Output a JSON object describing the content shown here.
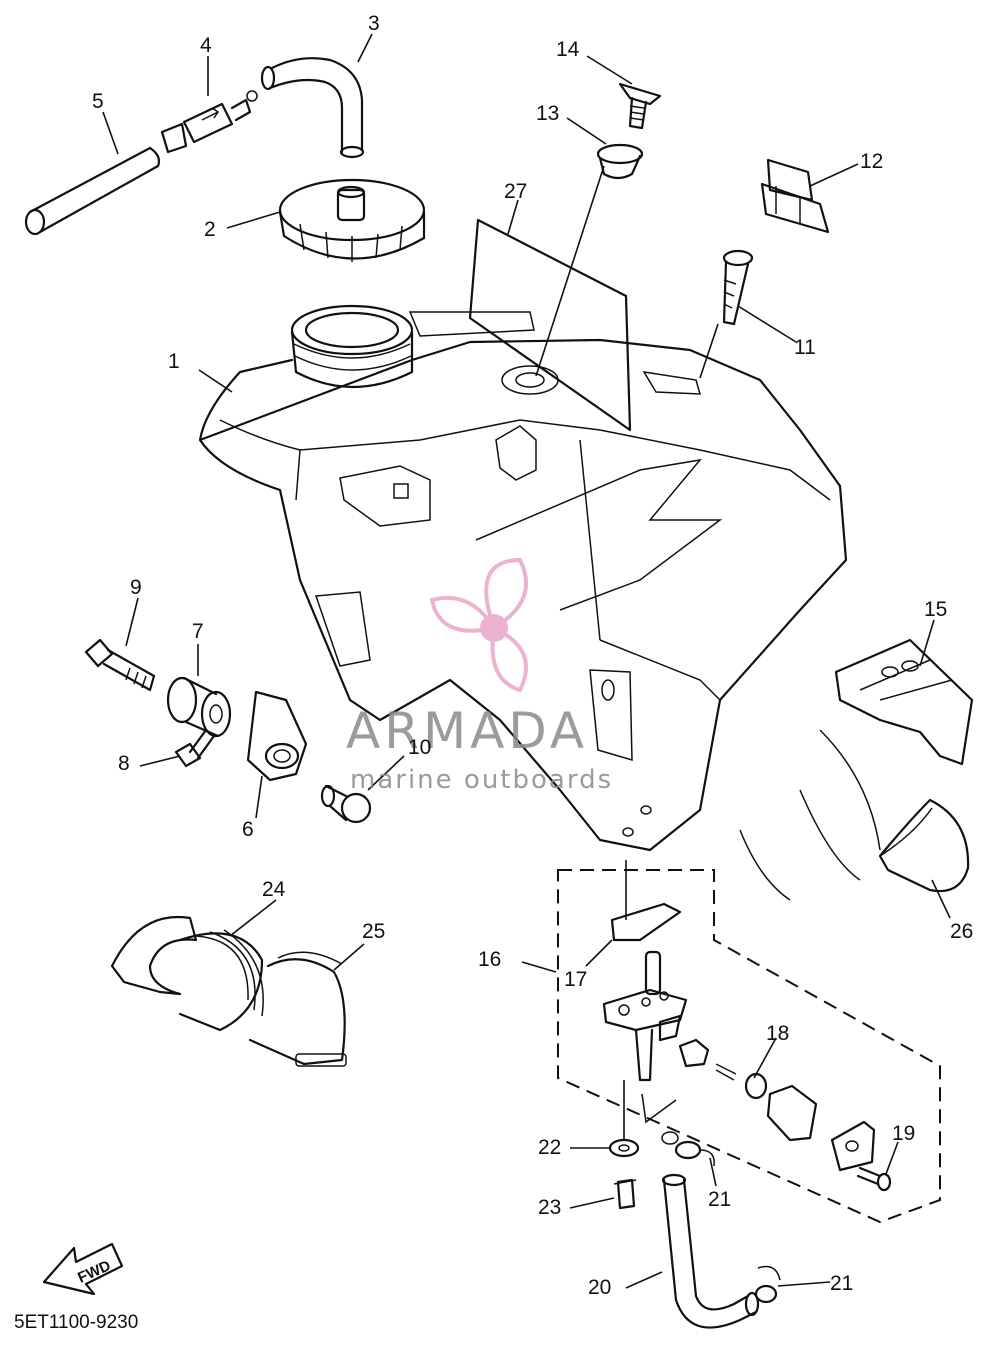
{
  "diagram": {
    "callouts": [
      {
        "id": "c1",
        "label": "1"
      },
      {
        "id": "c2",
        "label": "2"
      },
      {
        "id": "c3",
        "label": "3"
      },
      {
        "id": "c4",
        "label": "4"
      },
      {
        "id": "c5",
        "label": "5"
      },
      {
        "id": "c6",
        "label": "6"
      },
      {
        "id": "c7",
        "label": "7"
      },
      {
        "id": "c8",
        "label": "8"
      },
      {
        "id": "c9",
        "label": "9"
      },
      {
        "id": "c10",
        "label": "10"
      },
      {
        "id": "c11",
        "label": "11"
      },
      {
        "id": "c12",
        "label": "12"
      },
      {
        "id": "c13",
        "label": "13"
      },
      {
        "id": "c14",
        "label": "14"
      },
      {
        "id": "c15",
        "label": "15"
      },
      {
        "id": "c16",
        "label": "16"
      },
      {
        "id": "c17",
        "label": "17"
      },
      {
        "id": "c18",
        "label": "18"
      },
      {
        "id": "c19",
        "label": "19"
      },
      {
        "id": "c20",
        "label": "20"
      },
      {
        "id": "c21a",
        "label": "21"
      },
      {
        "id": "c21b",
        "label": "21"
      },
      {
        "id": "c22",
        "label": "22"
      },
      {
        "id": "c23",
        "label": "23"
      },
      {
        "id": "c24",
        "label": "24"
      },
      {
        "id": "c25",
        "label": "25"
      },
      {
        "id": "c26",
        "label": "26"
      },
      {
        "id": "c27",
        "label": "27"
      }
    ],
    "part_code": "5ET1100-9230",
    "fwd_label": "FWD"
  },
  "watermark": {
    "brand": "ARMADA",
    "tagline": "marine outboards",
    "logo_color": "#e8a6c8",
    "text_color": "#8a8a8a"
  }
}
